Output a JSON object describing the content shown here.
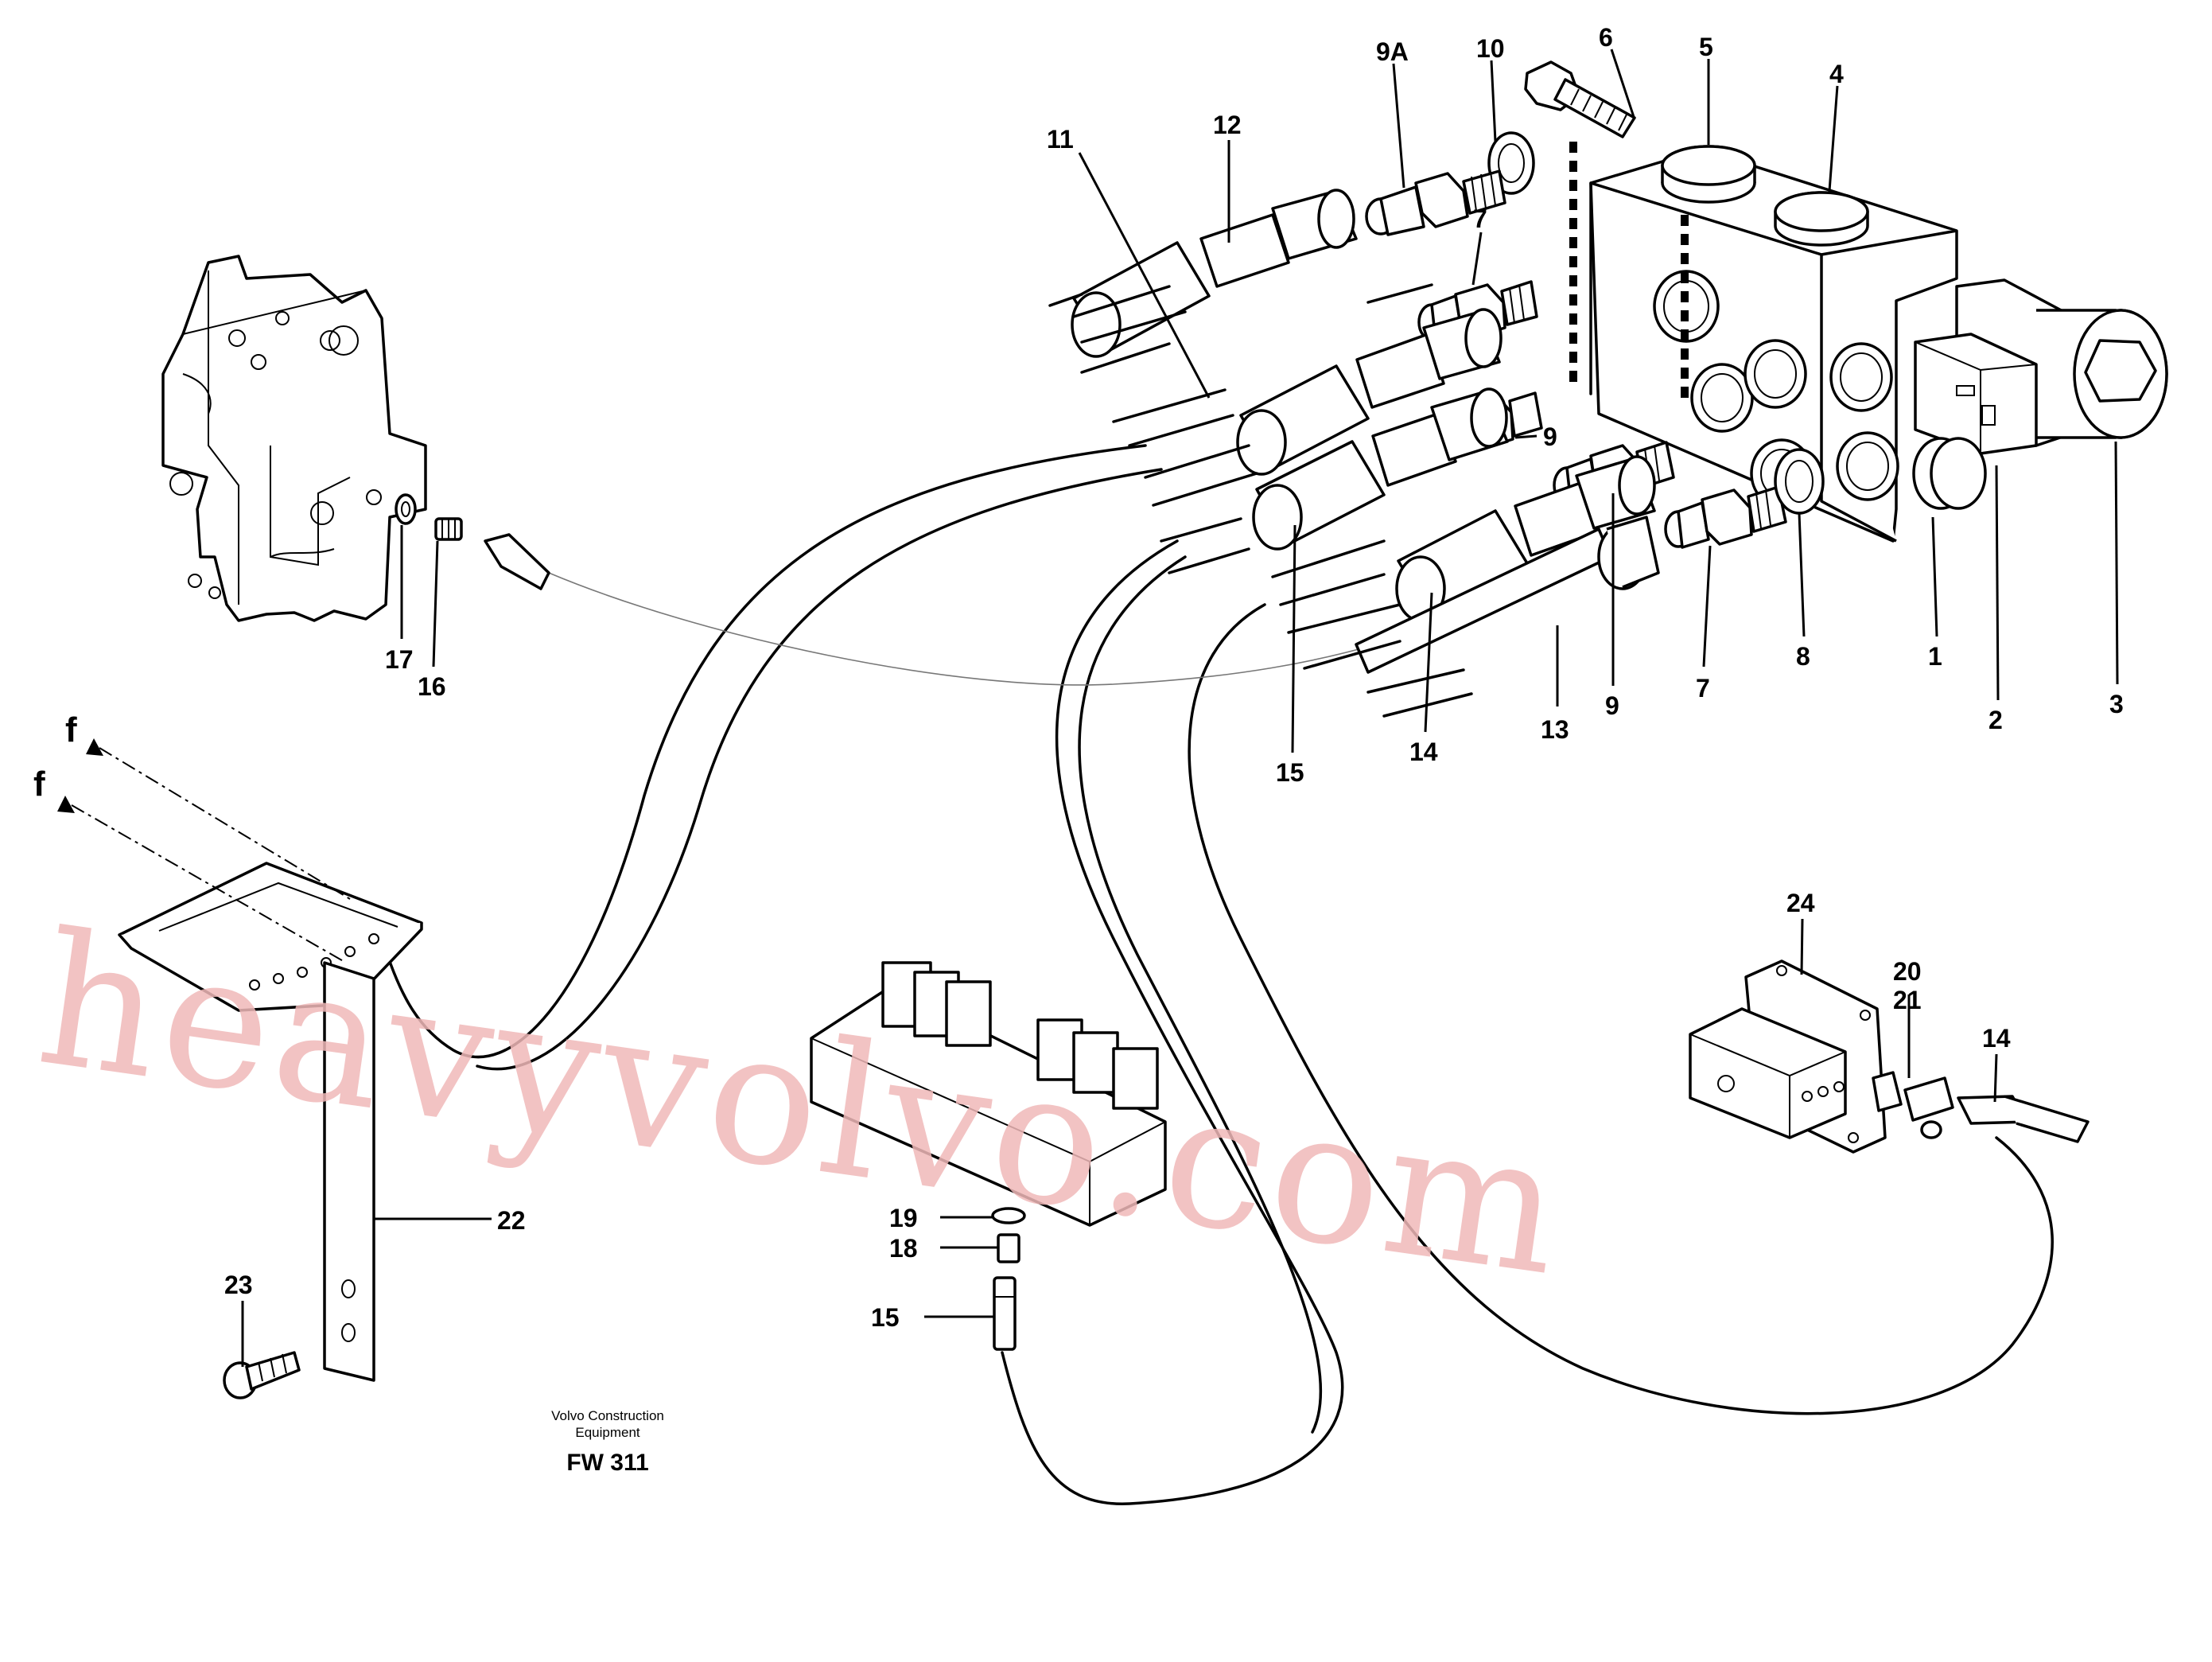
{
  "callouts": {
    "c1": "1",
    "c2": "2",
    "c3": "3",
    "c4": "4",
    "c5": "5",
    "c6": "6",
    "c7a": "7",
    "c7b": "7",
    "c8": "8",
    "c9a": "9",
    "c9b": "9",
    "c9A": "9A",
    "c10": "10",
    "c11": "11",
    "c12": "12",
    "c13": "13",
    "c14a": "14",
    "c14b": "14",
    "c15a": "15",
    "c15b": "15",
    "c16": "16",
    "c17": "17",
    "c18": "18",
    "c19": "19",
    "c20": "20",
    "c21": "21",
    "c22": "22",
    "c23": "23",
    "c24": "24",
    "fa": "f",
    "fb": "f"
  },
  "footer": {
    "company_line1": "Volvo Construction",
    "company_line2": "Equipment",
    "drawing_code": "FW 311"
  },
  "watermark": {
    "text": "heavyvolvo.com",
    "color": "#f0b8b8"
  }
}
